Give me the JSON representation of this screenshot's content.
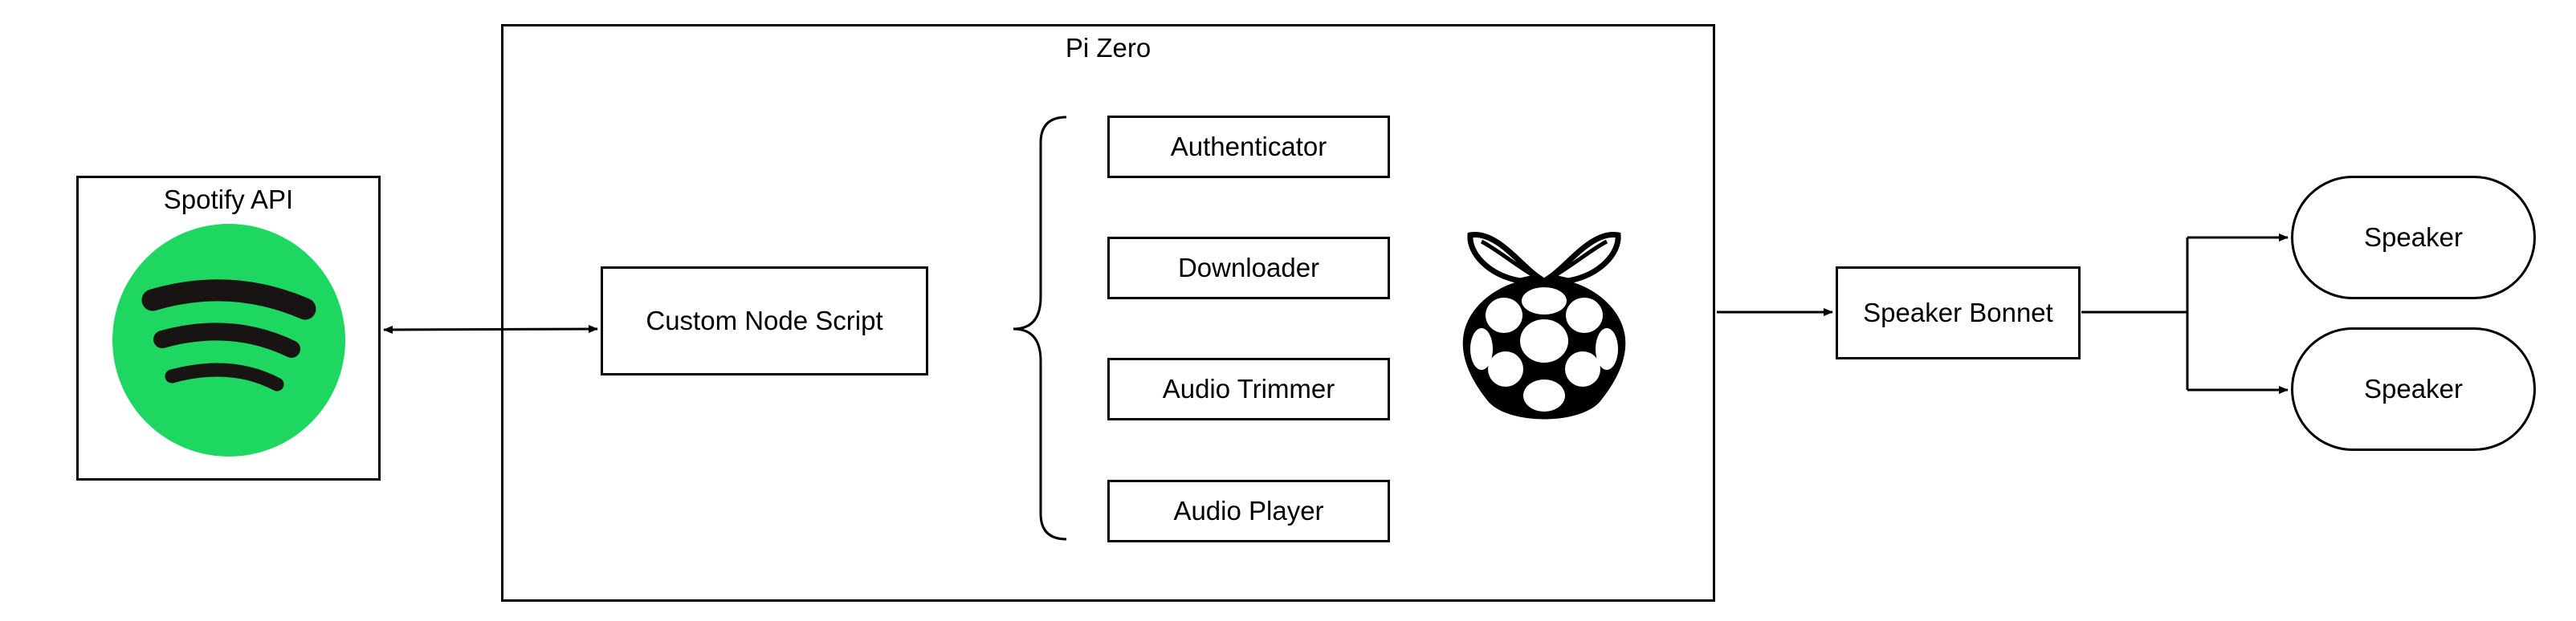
{
  "diagram": {
    "spotify": {
      "title": "Spotify API",
      "icon": "spotify-logo",
      "brand_color": "#1ed760",
      "wave_color": "#191414"
    },
    "pi_zero": {
      "title": "Pi Zero",
      "icon": "raspberry-pi-logo"
    },
    "node_script": {
      "label": "Custom Node Script"
    },
    "modules": [
      {
        "label": "Authenticator"
      },
      {
        "label": "Downloader"
      },
      {
        "label": "Audio Trimmer"
      },
      {
        "label": "Audio Player"
      }
    ],
    "bonnet": {
      "label": "Speaker Bonnet"
    },
    "speakers": [
      {
        "label": "Speaker"
      },
      {
        "label": "Speaker"
      }
    ]
  }
}
